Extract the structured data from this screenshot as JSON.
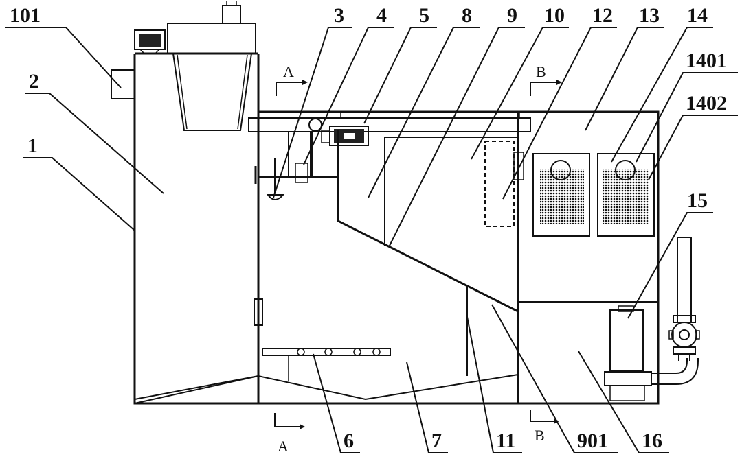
{
  "section_marks": {
    "a_top": "A",
    "a_bottom": "A",
    "b_top": "B",
    "b_bottom": "B"
  },
  "labels": {
    "l101": "101",
    "l2": "2",
    "l1": "1",
    "l3": "3",
    "l4": "4",
    "l5": "5",
    "l8": "8",
    "l9": "9",
    "l10": "10",
    "l12": "12",
    "l13": "13",
    "l14": "14",
    "l1401": "1401",
    "l1402": "1402",
    "l15": "15",
    "l6": "6",
    "l7": "7",
    "l11": "11",
    "l901": "901",
    "l16": "16"
  },
  "icons": {
    "motor": "motor-icon",
    "valve": "valve-icon",
    "pump": "pump-icon"
  }
}
